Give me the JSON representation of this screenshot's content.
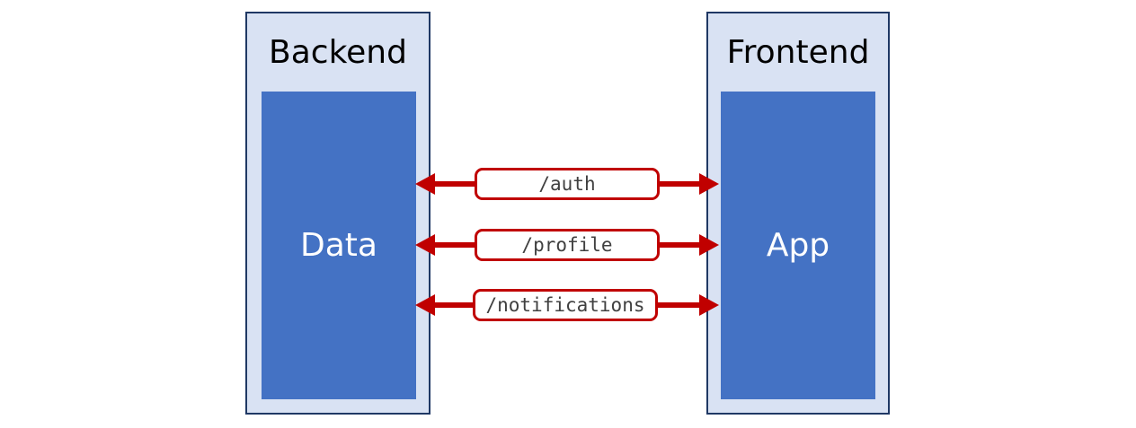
{
  "diagram": {
    "type": "architecture-connection-diagram",
    "background_color": "#ffffff",
    "groups": [
      {
        "id": "backend",
        "title": "Backend",
        "fill_color": "#d9e2f3",
        "border_color": "#1f3864",
        "node": {
          "id": "data",
          "label": "Data",
          "fill_color": "#4472c4",
          "text_color": "#ffffff"
        }
      },
      {
        "id": "frontend",
        "title": "Frontend",
        "fill_color": "#d9e2f3",
        "border_color": "#1f3864",
        "node": {
          "id": "app",
          "label": "App",
          "fill_color": "#4472c4",
          "text_color": "#ffffff"
        }
      }
    ],
    "connections": [
      {
        "id": "auth",
        "label": "/auth",
        "direction": "bidirectional",
        "from": "Data",
        "to": "App",
        "line_color": "#c00000",
        "label_text_color": "#404040",
        "label_fill_color": "#ffffff"
      },
      {
        "id": "profile",
        "label": "/profile",
        "direction": "bidirectional",
        "from": "Data",
        "to": "App",
        "line_color": "#c00000",
        "label_text_color": "#404040",
        "label_fill_color": "#ffffff"
      },
      {
        "id": "notifications",
        "label": "/notifications",
        "direction": "bidirectional",
        "from": "Data",
        "to": "App",
        "line_color": "#c00000",
        "label_text_color": "#404040",
        "label_fill_color": "#ffffff"
      }
    ]
  }
}
